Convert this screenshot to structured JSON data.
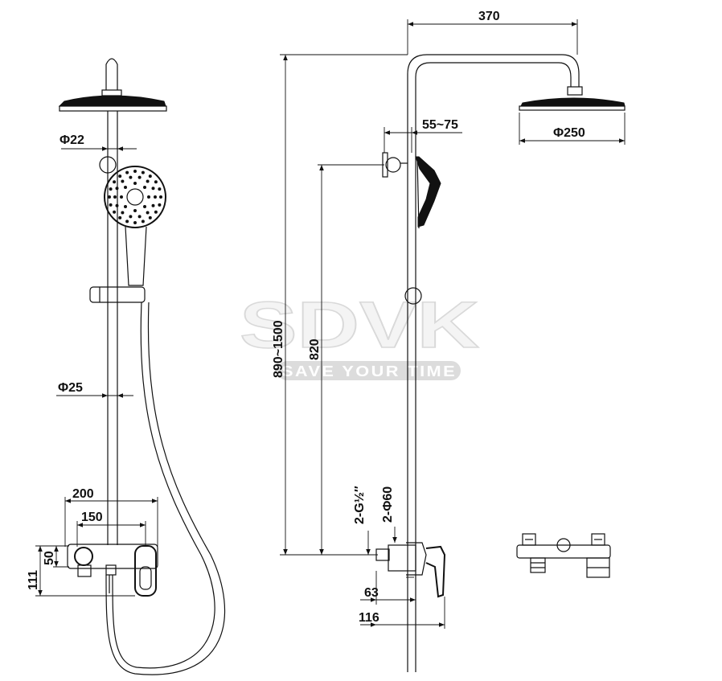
{
  "watermark": {
    "brand": "SDVK",
    "tagline": "SAVE YOUR TIME"
  },
  "front_view": {
    "dims": {
      "head_pipe_diameter": "Φ22",
      "rail_diameter": "Φ25",
      "mixer_width": "200",
      "mixer_centers": "150",
      "body_height": "50",
      "total_height": "111"
    }
  },
  "side_view": {
    "dims": {
      "arm_reach": "370",
      "head_diameter": "Φ250",
      "wall_offset": "55~75",
      "total_height": "890~1500",
      "rail_height": "820",
      "inlet_thread": "2-G½″",
      "cover_diameter": "2-Φ60",
      "mixer_depth": "63",
      "handle_depth": "116"
    }
  },
  "colors": {
    "line": "#111111",
    "watermark": "#d9d9d9"
  }
}
